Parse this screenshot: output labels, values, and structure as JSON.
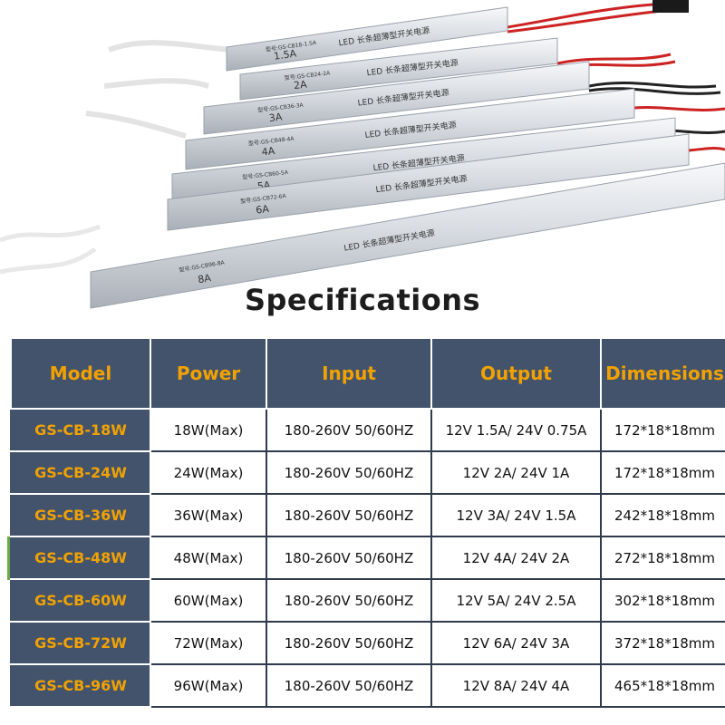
{
  "photo": {
    "description_icon": "led-power-supply-strips",
    "units": [
      {
        "model": "型号:GS-CB18-1.5A",
        "label": "1.5A",
        "text": "LED 长条超薄型开关电源"
      },
      {
        "model": "型号:GS-CB24-2A",
        "label": "2A",
        "text": "LED 长条超薄型开关电源"
      },
      {
        "model": "型号:GS-CB36-3A",
        "label": "3A",
        "text": "LED 长条超薄型开关电源"
      },
      {
        "model": "型号:GS-CB48-4A",
        "label": "4A",
        "text": "LED 长条超薄型开关电源"
      },
      {
        "model": "型号:GS-CB60-5A",
        "label": "5A",
        "text": "LED 长条超薄型开关电源"
      },
      {
        "model": "型号:GS-CB72-6A",
        "label": "6A",
        "text": "LED 长条超薄型开关电源"
      },
      {
        "model": "型号:GS-CB96-8A",
        "label": "8A",
        "text": "LED 长条超薄型开关电源"
      }
    ]
  },
  "title": "Specifications",
  "table": {
    "headers": [
      "Model",
      "Power",
      "Input",
      "Output",
      "Dimensions"
    ],
    "rows": [
      [
        "GS-CB-18W",
        "18W(Max)",
        "180-260V 50/60HZ",
        "12V 1.5A/ 24V 0.75A",
        "172*18*18mm"
      ],
      [
        "GS-CB-24W",
        "24W(Max)",
        "180-260V 50/60HZ",
        "12V 2A/ 24V 1A",
        "172*18*18mm"
      ],
      [
        "GS-CB-36W",
        "36W(Max)",
        "180-260V 50/60HZ",
        "12V 3A/ 24V 1.5A",
        "242*18*18mm"
      ],
      [
        "GS-CB-48W",
        "48W(Max)",
        "180-260V 50/60HZ",
        "12V 4A/ 24V 2A",
        "272*18*18mm"
      ],
      [
        "GS-CB-60W",
        "60W(Max)",
        "180-260V 50/60HZ",
        "12V 5A/ 24V 2.5A",
        "302*18*18mm"
      ],
      [
        "GS-CB-72W",
        "72W(Max)",
        "180-260V 50/60HZ",
        "12V 6A/ 24V 3A",
        "372*18*18mm"
      ],
      [
        "GS-CB-96W",
        "96W(Max)",
        "180-260V 50/60HZ",
        "12V 8A/ 24V 4A",
        "465*18*18mm"
      ]
    ]
  },
  "colors": {
    "header_bg": "#43536b",
    "header_text": "#f2a200",
    "border": "#2f3a4c"
  }
}
